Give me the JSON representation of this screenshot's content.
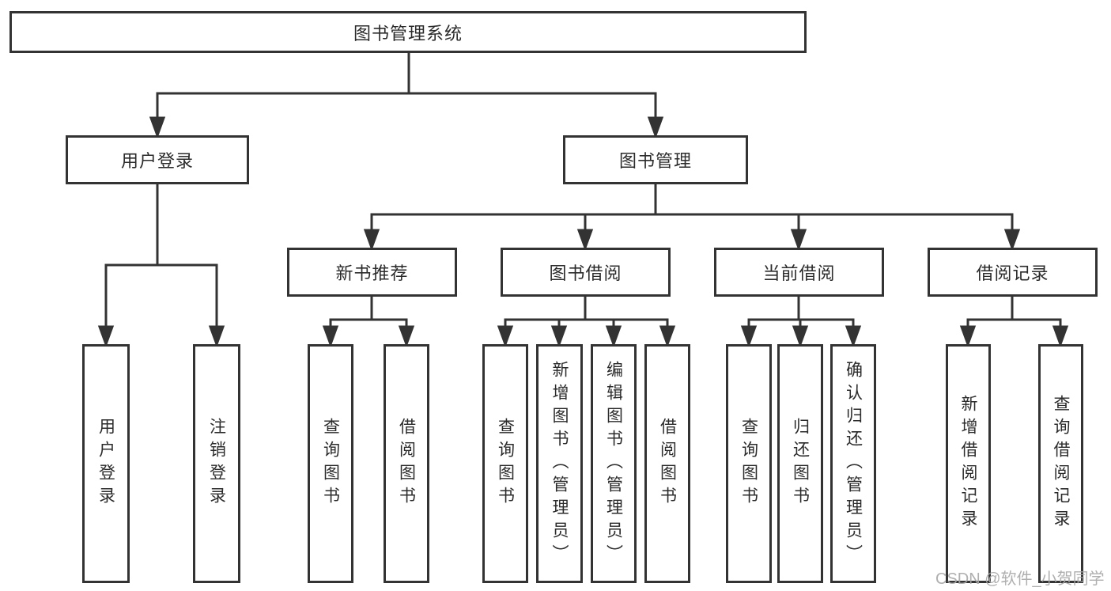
{
  "tree": {
    "root": "图书管理系统",
    "branches": [
      {
        "label": "用户登录",
        "children": [
          "用户登录",
          "注销登录"
        ]
      },
      {
        "label": "图书管理",
        "groups": [
          {
            "label": "新书推荐",
            "children": [
              "查询图书",
              "借阅图书"
            ]
          },
          {
            "label": "图书借阅",
            "children": [
              "查询图书",
              "新增图书（管理员）",
              "编辑图书（管理员）",
              "借阅图书"
            ]
          },
          {
            "label": "当前借阅",
            "children": [
              "查询图书",
              "归还图书",
              "确认归还（管理员）"
            ]
          },
          {
            "label": "借阅记录",
            "children": [
              "新增借阅记录",
              "查询借阅记录"
            ]
          }
        ]
      }
    ]
  },
  "watermark": {
    "text": "CSDN @软件_小贺同学"
  },
  "colors": {
    "line": "#333333",
    "text": "#2b2b2b",
    "background": "#ffffff",
    "watermark": "#a6a6a6"
  }
}
